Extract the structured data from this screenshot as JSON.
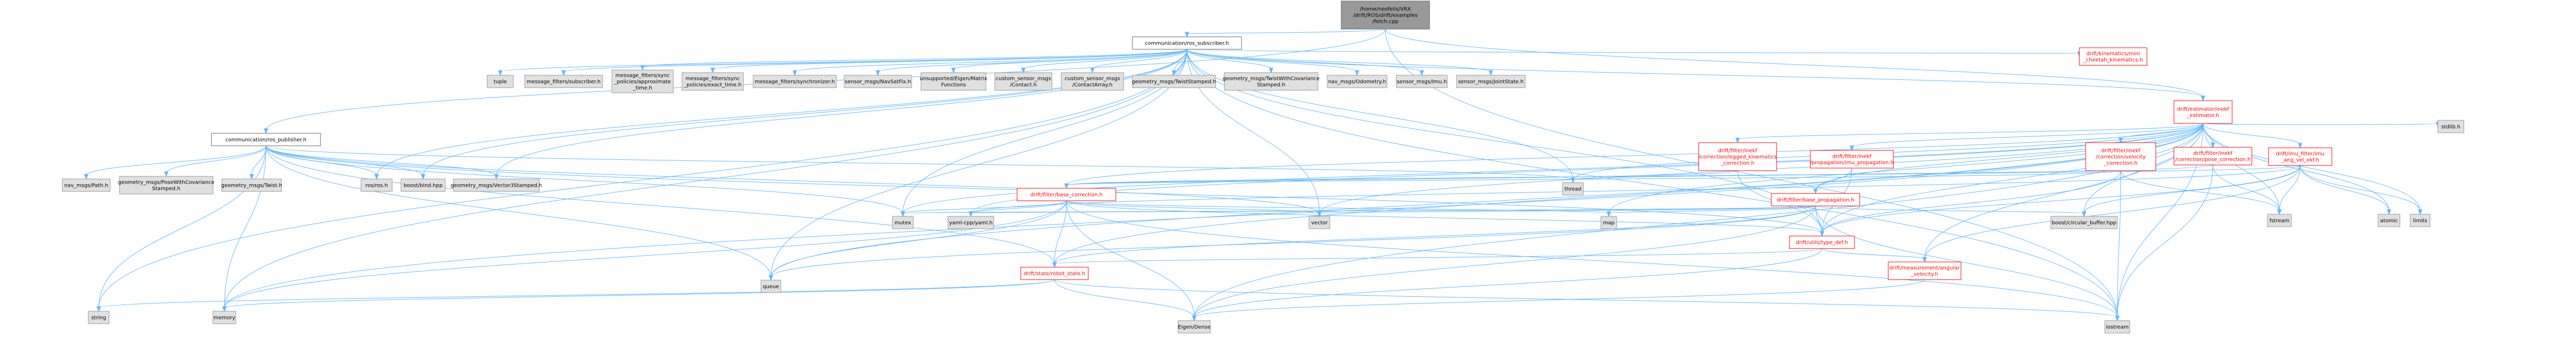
{
  "nodes": [
    {
      "id": "root",
      "label": [
        "/home/neofelis/VRX",
        "/drift/ROS/drift/examples",
        "/fetch.cpp"
      ],
      "style": "root"
    },
    {
      "id": "sub",
      "label": [
        "communication/ros_subscriber.h"
      ],
      "style": "doc"
    },
    {
      "id": "pub",
      "label": [
        "communication/ros_publisher.h"
      ],
      "style": "doc"
    },
    {
      "id": "est",
      "label": [
        "drift/estimator/inekf",
        "_estimator.h"
      ],
      "style": "red"
    },
    {
      "id": "legged",
      "label": [
        "drift/filter/inekf",
        "/correction/legged_kinematics",
        "_correction.h"
      ],
      "style": "red"
    },
    {
      "id": "imuprop",
      "label": [
        "drift/filter/inekf",
        "/propagation/imu_propagation.h"
      ],
      "style": "red"
    },
    {
      "id": "velcorr",
      "label": [
        "drift/filter/inekf",
        "/correction/velocity",
        "_correction.h"
      ],
      "style": "red"
    },
    {
      "id": "posecorr",
      "label": [
        "drift/filter/inekf",
        "/correction/pose_correction.h"
      ],
      "style": "red"
    },
    {
      "id": "imufilter",
      "label": [
        "drift/imu_filter/imu",
        "_ang_vel_ekf.h"
      ],
      "style": "red"
    },
    {
      "id": "basecorr",
      "label": [
        "drift/filter/base_correction.h"
      ],
      "style": "red"
    },
    {
      "id": "baseprop",
      "label": [
        "drift/filter/base_propagation.h"
      ],
      "style": "red"
    },
    {
      "id": "typedef",
      "label": [
        "drift/utils/type_def.h"
      ],
      "style": "red"
    },
    {
      "id": "robotstate",
      "label": [
        "drift/state/robot_state.h"
      ],
      "style": "red"
    },
    {
      "id": "angvel",
      "label": [
        "drift/measurement/angular",
        "_velocity.h"
      ],
      "style": "red"
    },
    {
      "id": "mini",
      "label": [
        "drift/kinematics/mini",
        "_cheetah_kinematics.h"
      ],
      "style": "red"
    },
    {
      "id": "tuple",
      "label": [
        "tuple"
      ],
      "style": "sys"
    },
    {
      "id": "msgsub",
      "label": [
        "message_filters/subscriber.h"
      ],
      "style": "sys"
    },
    {
      "id": "approx",
      "label": [
        "message_filters/sync",
        "_policies/approximate",
        "_time.h"
      ],
      "style": "sys"
    },
    {
      "id": "exact",
      "label": [
        "message_filters/sync",
        "_policies/exact_time.h"
      ],
      "style": "sys"
    },
    {
      "id": "synch",
      "label": [
        "message_filters/synchronizer.h"
      ],
      "style": "sys"
    },
    {
      "id": "navsat",
      "label": [
        "sensor_msgs/NavSatFix.h"
      ],
      "style": "sys"
    },
    {
      "id": "eigfun",
      "label": [
        "unsupported/Eigen/Matrix",
        "Functions"
      ],
      "style": "sys"
    },
    {
      "id": "contact",
      "label": [
        "custom_sensor_msgs",
        "/Contact.h"
      ],
      "style": "sys"
    },
    {
      "id": "contactarr",
      "label": [
        "custom_sensor_msgs",
        "/ContactArray.h"
      ],
      "style": "sys"
    },
    {
      "id": "twiststamped",
      "label": [
        "geometry_msgs/TwistStamped.h"
      ],
      "style": "sys"
    },
    {
      "id": "twistcov",
      "label": [
        "geometry_msgs/TwistWithCovariance",
        "Stamped.h"
      ],
      "style": "sys"
    },
    {
      "id": "odom",
      "label": [
        "nav_msgs/Odometry.h"
      ],
      "style": "sys"
    },
    {
      "id": "imu",
      "label": [
        "sensor_msgs/Imu.h"
      ],
      "style": "sys"
    },
    {
      "id": "jointstate",
      "label": [
        "sensor_msgs/JointState.h"
      ],
      "style": "sys"
    },
    {
      "id": "stdlib",
      "label": [
        "stdlib.h"
      ],
      "style": "sys"
    },
    {
      "id": "navpath",
      "label": [
        "nav_msgs/Path.h"
      ],
      "style": "sys"
    },
    {
      "id": "posecov",
      "label": [
        "geometry_msgs/PoseWithCovariance",
        "Stamped.h"
      ],
      "style": "sys"
    },
    {
      "id": "twist",
      "label": [
        "geometry_msgs/Twist.h"
      ],
      "style": "sys"
    },
    {
      "id": "rosh",
      "label": [
        "ros/ros.h"
      ],
      "style": "sys"
    },
    {
      "id": "boostbind",
      "label": [
        "boost/bind.hpp"
      ],
      "style": "sys"
    },
    {
      "id": "vec3",
      "label": [
        "geometry_msgs/Vector3Stamped.h"
      ],
      "style": "sys"
    },
    {
      "id": "thread",
      "label": [
        "thread"
      ],
      "style": "sys"
    },
    {
      "id": "fstream",
      "label": [
        "fstream"
      ],
      "style": "sys"
    },
    {
      "id": "atomic",
      "label": [
        "atomic"
      ],
      "style": "sys"
    },
    {
      "id": "limits",
      "label": [
        "limits"
      ],
      "style": "sys"
    },
    {
      "id": "mutex",
      "label": [
        "mutex"
      ],
      "style": "sys"
    },
    {
      "id": "yaml",
      "label": [
        "yaml-cpp/yaml.h"
      ],
      "style": "sys"
    },
    {
      "id": "vector",
      "label": [
        "vector"
      ],
      "style": "sys"
    },
    {
      "id": "map",
      "label": [
        "map"
      ],
      "style": "sys"
    },
    {
      "id": "circbuf",
      "label": [
        "boost/circular_buffer.hpp"
      ],
      "style": "sys"
    },
    {
      "id": "queue",
      "label": [
        "queue"
      ],
      "style": "sys"
    },
    {
      "id": "string",
      "label": [
        "string"
      ],
      "style": "sys"
    },
    {
      "id": "memory",
      "label": [
        "memory"
      ],
      "style": "sys"
    },
    {
      "id": "eigdense",
      "label": [
        "Eigen/Dense"
      ],
      "style": "sys"
    },
    {
      "id": "iostream",
      "label": [
        "iostream"
      ],
      "style": "sys"
    }
  ],
  "edges": [
    [
      "root",
      "sub"
    ],
    [
      "root",
      "pub"
    ],
    [
      "root",
      "est"
    ],
    [
      "root",
      "iostream"
    ],
    [
      "sub",
      "tuple"
    ],
    [
      "sub",
      "msgsub"
    ],
    [
      "sub",
      "approx"
    ],
    [
      "sub",
      "exact"
    ],
    [
      "sub",
      "synch"
    ],
    [
      "sub",
      "navsat"
    ],
    [
      "sub",
      "eigfun"
    ],
    [
      "sub",
      "contact"
    ],
    [
      "sub",
      "contactarr"
    ],
    [
      "sub",
      "twiststamped"
    ],
    [
      "sub",
      "twistcov"
    ],
    [
      "sub",
      "odom"
    ],
    [
      "sub",
      "imu"
    ],
    [
      "sub",
      "jointstate"
    ],
    [
      "sub",
      "mini"
    ],
    [
      "sub",
      "est"
    ],
    [
      "sub",
      "typedef"
    ],
    [
      "sub",
      "rosh"
    ],
    [
      "sub",
      "boostbind"
    ],
    [
      "sub",
      "vec3"
    ],
    [
      "sub",
      "thread"
    ],
    [
      "sub",
      "mutex"
    ],
    [
      "sub",
      "vector"
    ],
    [
      "sub",
      "queue"
    ],
    [
      "sub",
      "string"
    ],
    [
      "sub",
      "memory"
    ],
    [
      "sub",
      "iostream"
    ],
    [
      "pub",
      "navpath"
    ],
    [
      "pub",
      "posecov"
    ],
    [
      "pub",
      "twist"
    ],
    [
      "pub",
      "rosh"
    ],
    [
      "pub",
      "boostbind"
    ],
    [
      "pub",
      "vec3"
    ],
    [
      "pub",
      "thread"
    ],
    [
      "pub",
      "mutex"
    ],
    [
      "pub",
      "vector"
    ],
    [
      "pub",
      "queue"
    ],
    [
      "pub",
      "string"
    ],
    [
      "pub",
      "memory"
    ],
    [
      "pub",
      "robotstate"
    ],
    [
      "pub",
      "typedef"
    ],
    [
      "est",
      "legged"
    ],
    [
      "est",
      "imuprop"
    ],
    [
      "est",
      "velcorr"
    ],
    [
      "est",
      "posecorr"
    ],
    [
      "est",
      "imufilter"
    ],
    [
      "est",
      "basecorr"
    ],
    [
      "est",
      "baseprop"
    ],
    [
      "est",
      "typedef"
    ],
    [
      "est",
      "robotstate"
    ],
    [
      "est",
      "stdlib"
    ],
    [
      "est",
      "fstream"
    ],
    [
      "est",
      "atomic"
    ],
    [
      "est",
      "limits"
    ],
    [
      "est",
      "thread"
    ],
    [
      "est",
      "mutex"
    ],
    [
      "est",
      "vector"
    ],
    [
      "est",
      "map"
    ],
    [
      "est",
      "yaml"
    ],
    [
      "est",
      "circbuf"
    ],
    [
      "est",
      "queue"
    ],
    [
      "est",
      "memory"
    ],
    [
      "est",
      "eigdense"
    ],
    [
      "est",
      "iostream"
    ],
    [
      "est",
      "angvel"
    ],
    [
      "legged",
      "basecorr"
    ],
    [
      "legged",
      "typedef"
    ],
    [
      "imuprop",
      "baseprop"
    ],
    [
      "imuprop",
      "typedef"
    ],
    [
      "velcorr",
      "basecorr"
    ],
    [
      "velcorr",
      "typedef"
    ],
    [
      "velcorr",
      "fstream"
    ],
    [
      "velcorr",
      "iostream"
    ],
    [
      "posecorr",
      "basecorr"
    ],
    [
      "posecorr",
      "fstream"
    ],
    [
      "posecorr",
      "iostream"
    ],
    [
      "imufilter",
      "typedef"
    ],
    [
      "imufilter",
      "angvel"
    ],
    [
      "imufilter",
      "atomic"
    ],
    [
      "imufilter",
      "limits"
    ],
    [
      "imufilter",
      "fstream"
    ],
    [
      "imufilter",
      "thread"
    ],
    [
      "imufilter",
      "circbuf"
    ],
    [
      "imufilter",
      "yaml"
    ],
    [
      "basecorr",
      "typedef"
    ],
    [
      "basecorr",
      "robotstate"
    ],
    [
      "basecorr",
      "yaml"
    ],
    [
      "basecorr",
      "vector"
    ],
    [
      "basecorr",
      "map"
    ],
    [
      "basecorr",
      "queue"
    ],
    [
      "basecorr",
      "mutex"
    ],
    [
      "basecorr",
      "memory"
    ],
    [
      "basecorr",
      "eigdense"
    ],
    [
      "basecorr",
      "iostream"
    ],
    [
      "baseprop",
      "typedef"
    ],
    [
      "baseprop",
      "robotstate"
    ],
    [
      "baseprop",
      "yaml"
    ],
    [
      "baseprop",
      "vector"
    ],
    [
      "baseprop",
      "map"
    ],
    [
      "baseprop",
      "queue"
    ],
    [
      "baseprop",
      "mutex"
    ],
    [
      "baseprop",
      "circbuf"
    ],
    [
      "baseprop",
      "eigdense"
    ],
    [
      "baseprop",
      "iostream"
    ],
    [
      "typedef",
      "angvel"
    ],
    [
      "typedef",
      "eigdense"
    ],
    [
      "typedef",
      "robotstate"
    ],
    [
      "robotstate",
      "eigdense"
    ],
    [
      "robotstate",
      "memory"
    ],
    [
      "robotstate",
      "string"
    ],
    [
      "robotstate",
      "iostream"
    ],
    [
      "angvel",
      "eigdense"
    ]
  ]
}
